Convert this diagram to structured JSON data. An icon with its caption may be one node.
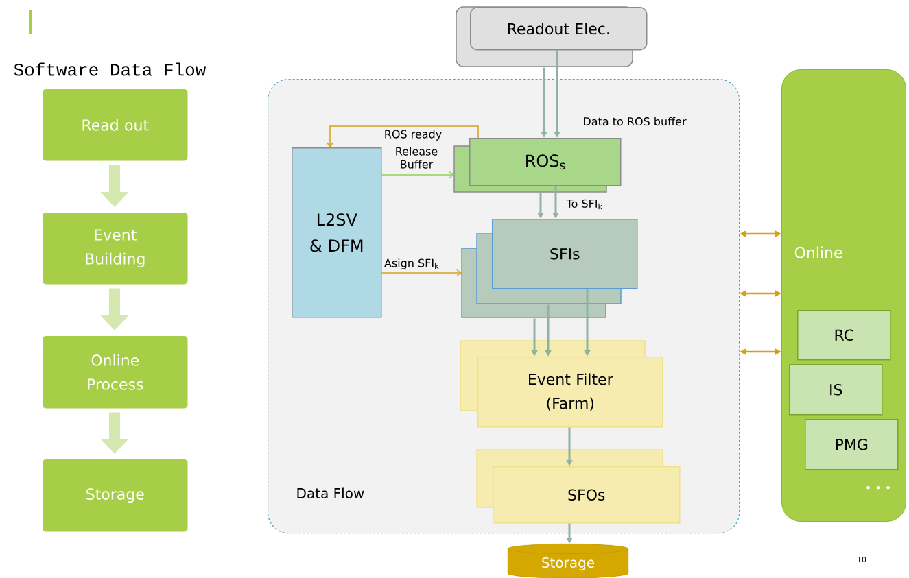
{
  "diagram": {
    "title": "Software Data Flow",
    "nodes": [
      {
        "text": [
          "Read out"
        ]
      },
      {
        "text": [
          "Event Building"
        ]
      },
      {
        "text": [
          "Online Process"
        ]
      },
      {
        "text": [
          "Storage"
        ]
      },
      {
        "text": [
          "Data Flow"
        ]
      },
      {
        "text": [
          "Readout Elec."
        ]
      },
      {
        "text": [
          "ROS$_{s}$"
        ],
        "in": 4
      },
      {
        "text": [
          "L2SV & DFM"
        ],
        "in": 4
      },
      {
        "text": [
          "SFIs"
        ],
        "in": 4
      },
      {
        "text": [
          "Event Filter (Farm)"
        ],
        "in": 4
      },
      {
        "text": [
          "SFOs"
        ],
        "in": 4
      },
      {
        "text": [
          "Storage"
        ]
      },
      {
        "text": [
          "Online",
          "• • •"
        ]
      },
      {
        "text": [
          "RC"
        ],
        "in": 12
      },
      {
        "text": [
          "IS"
        ],
        "in": 12
      },
      {
        "text": [
          "PMG"
        ],
        "in": 12
      }
    ],
    "edges": [
      {
        "from": 0,
        "to": 1,
        "arrow": "to",
        "style": "thick",
        "color": "#d4e8b0"
      },
      {
        "from": 1,
        "to": 2,
        "arrow": "to",
        "style": "thick",
        "color": "#d4e8b0"
      },
      {
        "from": 2,
        "to": 3,
        "arrow": "to",
        "style": "thick",
        "color": "#d4e8b0"
      },
      {
        "from": 5,
        "to": 6,
        "arrow": "to"
      },
      {
        "from": 5,
        "to": 6,
        "arrow": "to",
        "label": "Data to ROS buffer"
      },
      {
        "from": 6,
        "to": 7,
        "arrow": "to",
        "label": "ROS ready",
        "color": "#d6a11a"
      },
      {
        "from": 7,
        "to": 6,
        "arrow": "to",
        "label": "Release Buffer",
        "color": "#92d050"
      },
      {
        "from": 6,
        "to": 8,
        "arrow": "to"
      },
      {
        "from": 6,
        "to": 8,
        "arrow": "to",
        "label": "To SFI$_{k}$"
      },
      {
        "from": 7,
        "to": 8,
        "arrow": "to",
        "label": "Asign SFI$_{k}$",
        "color": "#d6a11a"
      },
      {
        "from": 8,
        "to": 9,
        "arrow": "to"
      },
      {
        "from": 8,
        "to": 9,
        "arrow": "to"
      },
      {
        "from": 8,
        "to": 9,
        "arrow": "to"
      },
      {
        "from": 9,
        "to": 10,
        "arrow": "to"
      },
      {
        "from": 10,
        "to": 11,
        "arrow": "to"
      },
      {
        "from": 4,
        "to": 12,
        "arrow": "both",
        "color": "#d6a11a"
      },
      {
        "from": 4,
        "to": 12,
        "arrow": "both",
        "color": "#d6a11a"
      },
      {
        "from": 4,
        "to": 12,
        "arrow": "both",
        "color": "#d6a11a"
      }
    ],
    "labels": [
      "10"
    ]
  }
}
